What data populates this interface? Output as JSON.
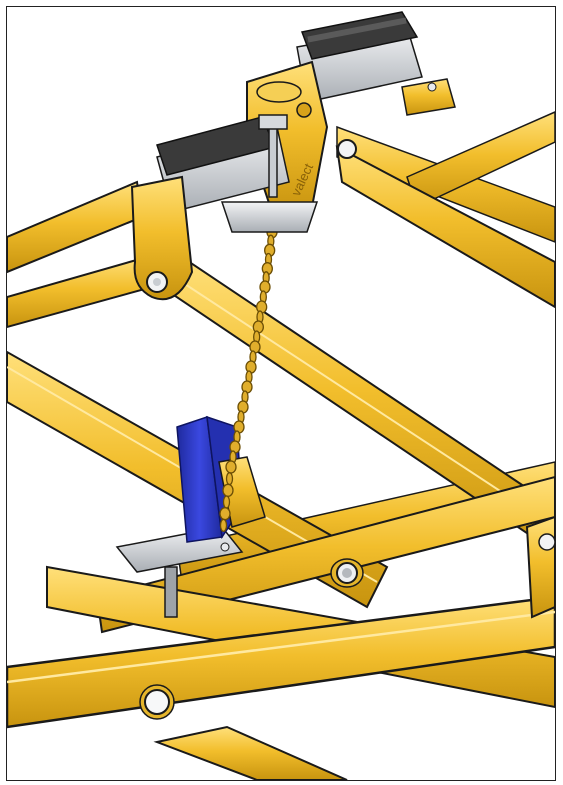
{
  "illustration": {
    "brand_mark_text": "valect",
    "colors": {
      "frame_yellow": "#F2BE2C",
      "frame_yellow_light": "#FFE07A",
      "frame_yellow_dark": "#B8860B",
      "outline": "#1A1A1A",
      "rail_gray": "#C9CDD2",
      "rail_gray_light": "#E8EAED",
      "pad_black": "#3A3A3A",
      "bracket_blue": "#2E3BC8",
      "steel": "#B4B8BD",
      "chain_gold": "#E0AE2C"
    },
    "parts": [
      "yellow-scissor-frame",
      "upper-trolley-with-rail-pads",
      "lifting-chain",
      "blue-chain-bracket",
      "lower-steel-mount",
      "pivot-bolts"
    ]
  }
}
